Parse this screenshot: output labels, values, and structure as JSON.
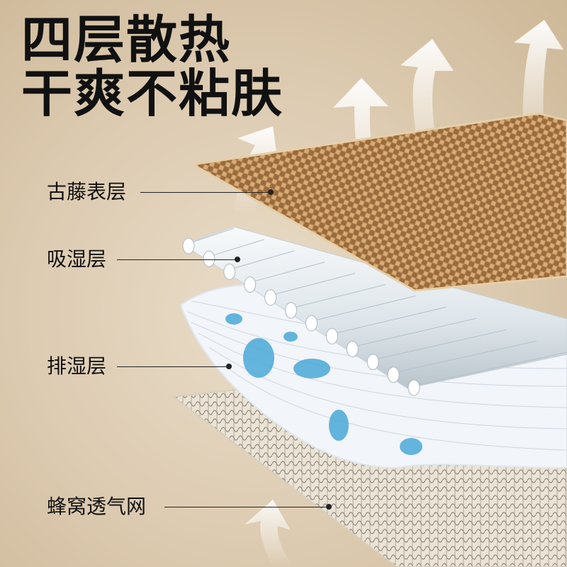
{
  "headline": {
    "line1": "四层散热",
    "line2": "干爽不粘肤"
  },
  "layers": [
    {
      "label": "古藤表层"
    },
    {
      "label": "吸湿层"
    },
    {
      "label": "排湿层"
    },
    {
      "label": "蜂窝透气网"
    }
  ],
  "colors": {
    "background": "#dccab0",
    "rattan": "#b98a5a",
    "absorb_tube": "#dfe6ea",
    "drain_fiber": "#f2f5f9",
    "drain_accent": "#4aa9d8",
    "mesh": "#8f8577",
    "text": "#111111"
  },
  "icons": [
    "airflow-arrow-icon"
  ]
}
